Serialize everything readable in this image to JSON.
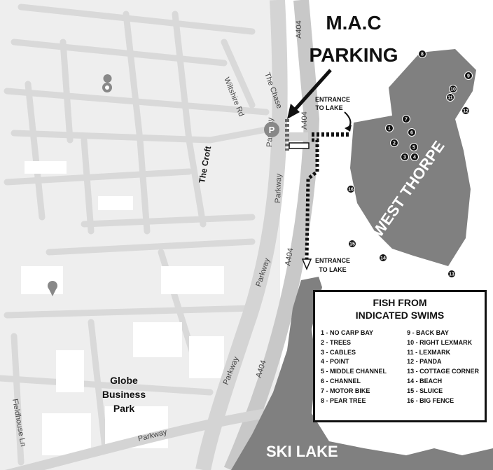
{
  "title": {
    "line1": "M.A.C",
    "line2": "PARKING"
  },
  "entrances": [
    {
      "line1": "ENTRANCE",
      "line2": "TO LAKE"
    },
    {
      "line1": "ENTRANCE",
      "line2": "TO LAKE"
    }
  ],
  "lakes": {
    "west_thorpe": "WEST THORPE",
    "ski_lake": "SKI LAKE"
  },
  "places": {
    "the_croft": "The Croft",
    "globe_line1": "Globe",
    "globe_line2": "Business",
    "globe_line3": "Park"
  },
  "roads": {
    "parkway": "Parkway",
    "a404": "A404",
    "the_chase": "The Chase",
    "wiltshire": "Wiltshire Rd",
    "fieldhouse": "Fieldhouse Ln"
  },
  "icons": {
    "parking": "P",
    "pin_1": "map-pin-icon",
    "pin_2": "map-pin-icon"
  },
  "gate_label": "",
  "colors": {
    "lake": "#808080",
    "road": "#d4d4d4",
    "block": "#ececec",
    "accent": "#111111"
  },
  "legend": {
    "title_line1": "FISH FROM",
    "title_line2": "INDICATED SWIMS",
    "col1": [
      "1 - NO CARP BAY",
      "2 - TREES",
      "3 - CABLES",
      "4 - POINT",
      "5 - MIDDLE CHANNEL",
      "6 - CHANNEL",
      "7 - MOTOR BIKE",
      "8 - PEAR TREE"
    ],
    "col2": [
      "9 - BACK BAY",
      "10 - RIGHT LEXMARK",
      "11 - LEXMARK",
      "12 - PANDA",
      "13 - COTTAGE CORNER",
      "14 - BEACH",
      "15 - SLUICE",
      "16 - BIG FENCE"
    ]
  },
  "swims": [
    "1",
    "2",
    "3",
    "4",
    "5",
    "6",
    "7",
    "8",
    "9",
    "10",
    "11",
    "12",
    "13",
    "14",
    "15",
    "16"
  ]
}
